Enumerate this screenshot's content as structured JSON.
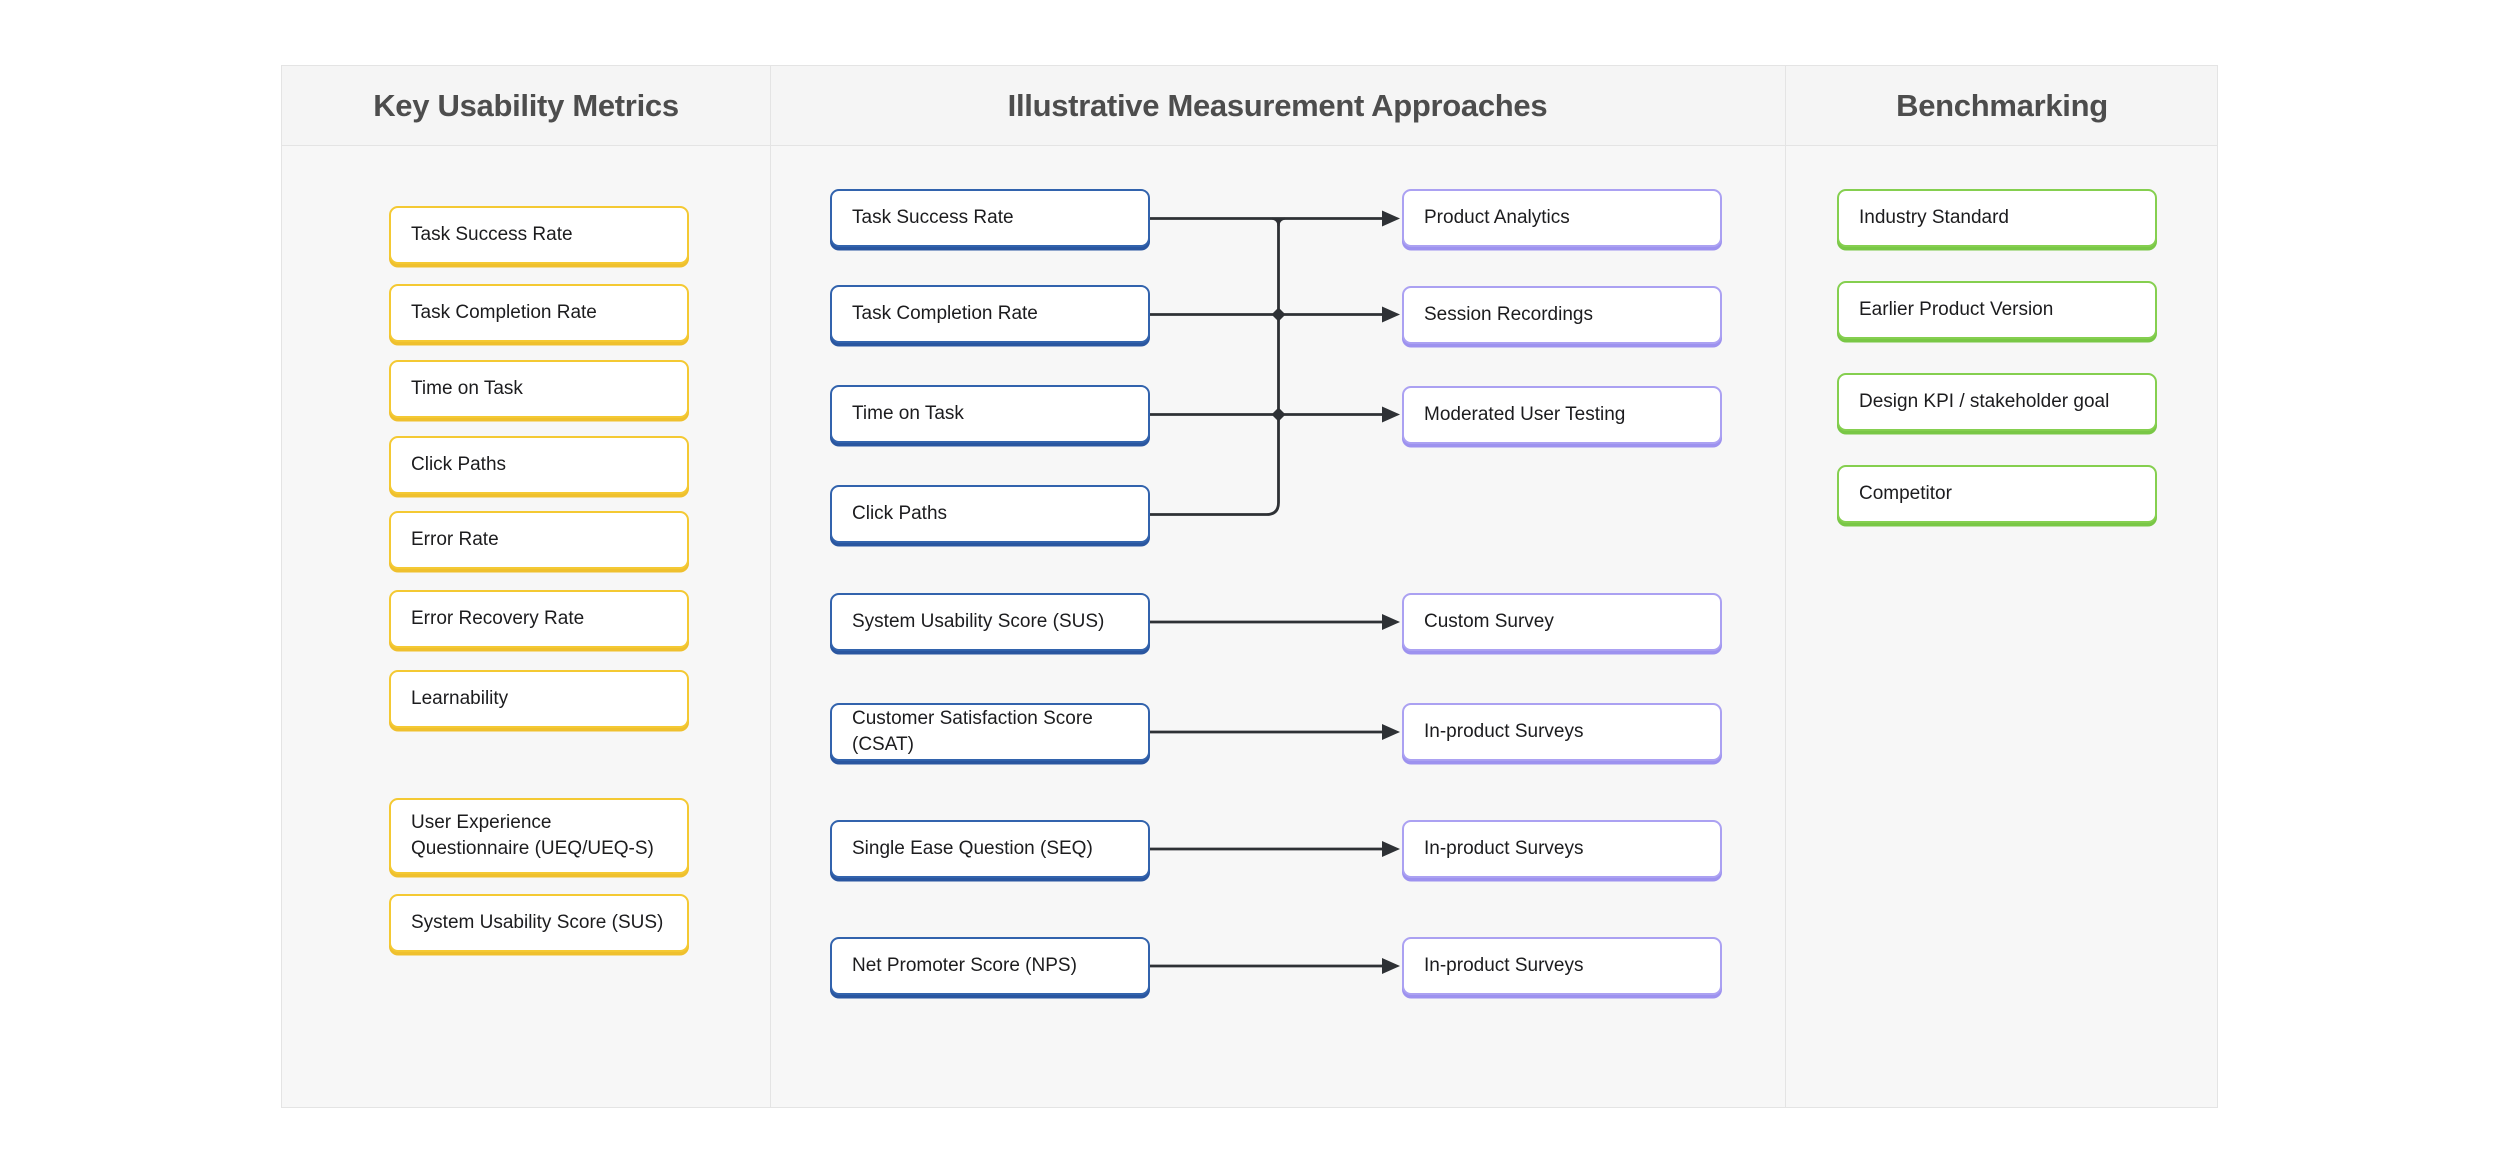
{
  "colors": {
    "page_bg": "#ffffff",
    "panel_bg": "#f7f7f7",
    "panel_border": "#e4e4e4",
    "header_text": "#4d4d4d",
    "node_text": "#1c1c1e",
    "connector": "#2e3135",
    "yellow_border": "#f4c933",
    "blue_border": "#3263ad",
    "purple_border": "#aba1f2",
    "green_border": "#85cf4f"
  },
  "columns": {
    "metrics_title": "Key Usability Metrics",
    "approaches_title": "Illustrative Measurement Approaches",
    "benchmarking_title": "Benchmarking"
  },
  "metrics": {
    "items": [
      "Task Success Rate",
      "Task Completion Rate",
      "Time on Task",
      "Click Paths",
      "Error Rate",
      "Error Recovery Rate",
      "Learnability",
      "User Experience Questionnaire (UEQ/UEQ-S)",
      "System Usability Score (SUS)"
    ]
  },
  "approaches": {
    "sources": [
      "Task Success Rate",
      "Task Completion Rate",
      "Time on Task",
      "Click Paths",
      "System Usability Score (SUS)",
      "Customer Satisfaction Score (CSAT)",
      "Single Ease Question (SEQ)",
      "Net Promoter Score (NPS)"
    ],
    "methods": [
      "Product Analytics",
      "Session Recordings",
      "Moderated User Testing",
      "Custom Survey",
      "In-product Surveys",
      "In-product Surveys",
      "In-product Surveys"
    ]
  },
  "benchmarking": {
    "items": [
      "Industry Standard",
      "Earlier Product Version",
      "Design KPI / stakeholder goal",
      "Competitor"
    ]
  },
  "connections": {
    "bus": {
      "from": [
        "Task Success Rate",
        "Task Completion Rate",
        "Time on Task",
        "Click Paths"
      ],
      "to": [
        "Product Analytics",
        "Session Recordings",
        "Moderated User Testing"
      ]
    },
    "direct": [
      {
        "from": "System Usability Score (SUS)",
        "to": "Custom Survey"
      },
      {
        "from": "Customer Satisfaction Score (CSAT)",
        "to": "In-product Surveys"
      },
      {
        "from": "Single Ease Question (SEQ)",
        "to": "In-product Surveys"
      },
      {
        "from": "Net Promoter Score (NPS)",
        "to": "In-product Surveys"
      }
    ]
  }
}
